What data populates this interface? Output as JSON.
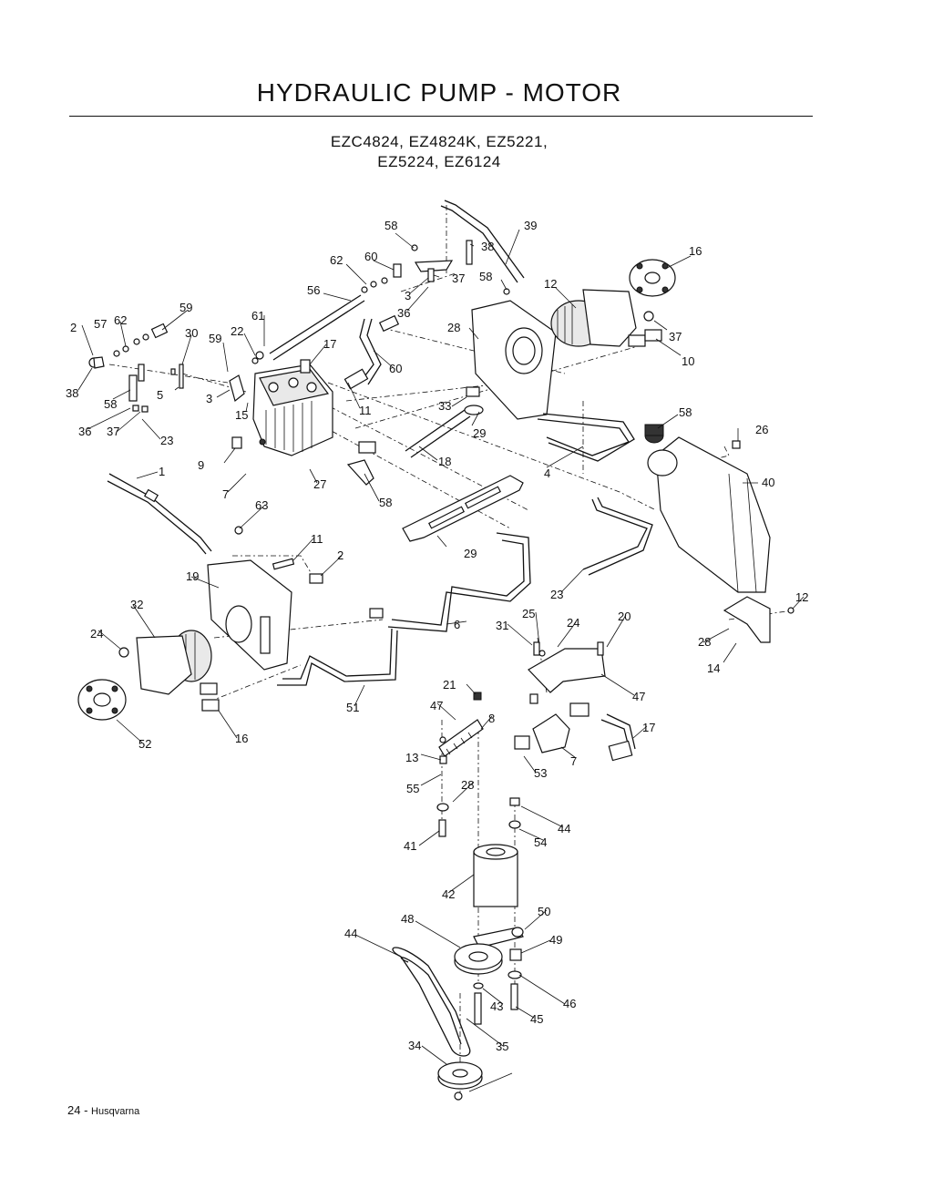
{
  "page": {
    "title": "HYDRAULIC PUMP - MOTOR",
    "models_line1": "EZC4824, EZ4824K, EZ5221,",
    "models_line2": "EZ5224, EZ6124",
    "footer_page": "24 - ",
    "footer_brand": "Husqvarna"
  },
  "callouts": [
    {
      "id": "c58a",
      "text": "58"
    },
    {
      "id": "c39",
      "text": "39"
    },
    {
      "id": "c62a",
      "text": "62"
    },
    {
      "id": "c60a",
      "text": "60"
    },
    {
      "id": "c38a",
      "text": "38"
    },
    {
      "id": "c16a",
      "text": "16"
    },
    {
      "id": "c37a",
      "text": "37"
    },
    {
      "id": "c58b",
      "text": "58"
    },
    {
      "id": "c12a",
      "text": "12"
    },
    {
      "id": "c56",
      "text": "56"
    },
    {
      "id": "c3a",
      "text": "3"
    },
    {
      "id": "c36a",
      "text": "36"
    },
    {
      "id": "c59a",
      "text": "59"
    },
    {
      "id": "c61a",
      "text": "61"
    },
    {
      "id": "c57",
      "text": "57"
    },
    {
      "id": "c62b",
      "text": "62"
    },
    {
      "id": "c2a",
      "text": "2"
    },
    {
      "id": "c28a",
      "text": "28"
    },
    {
      "id": "c37b",
      "text": "37"
    },
    {
      "id": "c30",
      "text": "30"
    },
    {
      "id": "c59b",
      "text": "59"
    },
    {
      "id": "c22",
      "text": "22"
    },
    {
      "id": "c17a",
      "text": "17"
    },
    {
      "id": "c10",
      "text": "10"
    },
    {
      "id": "c60b",
      "text": "60"
    },
    {
      "id": "c38b",
      "text": "38"
    },
    {
      "id": "c5",
      "text": "5"
    },
    {
      "id": "c3b",
      "text": "3"
    },
    {
      "id": "c58c",
      "text": "58"
    },
    {
      "id": "c15",
      "text": "15"
    },
    {
      "id": "c11a",
      "text": "11"
    },
    {
      "id": "c33",
      "text": "33"
    },
    {
      "id": "c58d",
      "text": "58"
    },
    {
      "id": "c36b",
      "text": "36"
    },
    {
      "id": "c37c",
      "text": "37"
    },
    {
      "id": "c29a",
      "text": "29"
    },
    {
      "id": "c23a",
      "text": "23"
    },
    {
      "id": "c26",
      "text": "26"
    },
    {
      "id": "c9",
      "text": "9"
    },
    {
      "id": "c18",
      "text": "18"
    },
    {
      "id": "c4",
      "text": "4"
    },
    {
      "id": "c40",
      "text": "40"
    },
    {
      "id": "c1",
      "text": "1"
    },
    {
      "id": "c27",
      "text": "27"
    },
    {
      "id": "c7a",
      "text": "7"
    },
    {
      "id": "c58e",
      "text": "58"
    },
    {
      "id": "c63",
      "text": "63"
    },
    {
      "id": "c29b",
      "text": "29"
    },
    {
      "id": "c11b",
      "text": "11"
    },
    {
      "id": "c2b",
      "text": "2"
    },
    {
      "id": "c19",
      "text": "19"
    },
    {
      "id": "c23b",
      "text": "23"
    },
    {
      "id": "c12b",
      "text": "12"
    },
    {
      "id": "c32",
      "text": "32"
    },
    {
      "id": "c25",
      "text": "25"
    },
    {
      "id": "c31",
      "text": "31"
    },
    {
      "id": "c24a",
      "text": "24"
    },
    {
      "id": "c20",
      "text": "20"
    },
    {
      "id": "c6",
      "text": "6"
    },
    {
      "id": "c28b",
      "text": "28"
    },
    {
      "id": "c24b",
      "text": "24"
    },
    {
      "id": "c14",
      "text": "14"
    },
    {
      "id": "c47a",
      "text": "47"
    },
    {
      "id": "c21",
      "text": "21"
    },
    {
      "id": "c51",
      "text": "51"
    },
    {
      "id": "c47b",
      "text": "47"
    },
    {
      "id": "c8",
      "text": "8"
    },
    {
      "id": "c17b",
      "text": "17"
    },
    {
      "id": "c16b",
      "text": "16"
    },
    {
      "id": "c52",
      "text": "52"
    },
    {
      "id": "c13",
      "text": "13"
    },
    {
      "id": "c7b",
      "text": "7"
    },
    {
      "id": "c53",
      "text": "53"
    },
    {
      "id": "c55",
      "text": "55"
    },
    {
      "id": "c28c",
      "text": "28"
    },
    {
      "id": "c44a",
      "text": "44"
    },
    {
      "id": "c54",
      "text": "54"
    },
    {
      "id": "c41",
      "text": "41"
    },
    {
      "id": "c42",
      "text": "42"
    },
    {
      "id": "c50",
      "text": "50"
    },
    {
      "id": "c48",
      "text": "48"
    },
    {
      "id": "c49",
      "text": "49"
    },
    {
      "id": "c44b",
      "text": "44"
    },
    {
      "id": "c46",
      "text": "46"
    },
    {
      "id": "c43",
      "text": "43"
    },
    {
      "id": "c45",
      "text": "45"
    },
    {
      "id": "c35",
      "text": "35"
    },
    {
      "id": "c34",
      "text": "34"
    }
  ]
}
